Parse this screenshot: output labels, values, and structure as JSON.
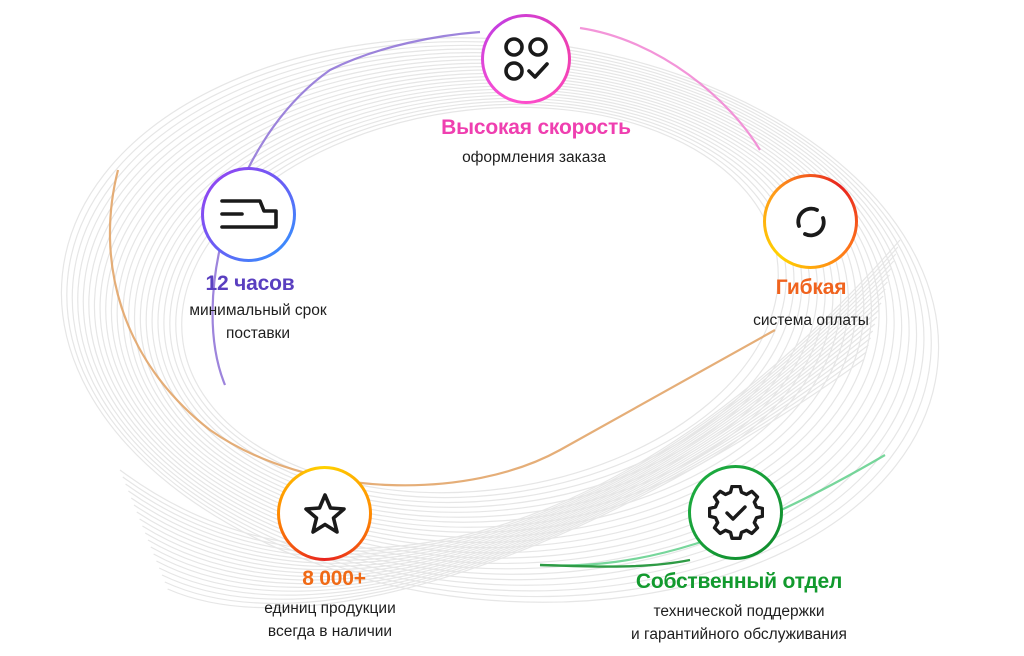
{
  "features": {
    "speed": {
      "title": "Высокая скорость",
      "subtitle": "оформления заказа",
      "title_color": "#ef3fb0",
      "icon": "shapes-check-icon",
      "ring_gradient": [
        "#ff4fd0",
        "#c53ee0",
        "#ef3fb0"
      ]
    },
    "delivery": {
      "title": "12 часов",
      "subtitle_line1": "минимальный срок",
      "subtitle_line2": "поставки",
      "title_color": "#6a3fc8",
      "icon": "fast-delivery-icon",
      "ring_gradient": [
        "#9b3ff0",
        "#2a7bff"
      ]
    },
    "payment": {
      "title": "Гибкая",
      "subtitle": "система оплаты",
      "title_color": "#f0631e",
      "icon": "exchange-arrows-icon",
      "ring_gradient": [
        "#ffd200",
        "#ff7a1a",
        "#e8231f"
      ]
    },
    "stock": {
      "title": "8 000+",
      "subtitle_line1": "единиц продукции",
      "subtitle_line2": "всегда в наличии",
      "title_color": "#f06a16",
      "icon": "star-icon",
      "ring_gradient": [
        "#e8231f",
        "#ff8a00",
        "#ffd200"
      ]
    },
    "support": {
      "title": "Собственный отдел",
      "subtitle_line1": "технической поддержки",
      "subtitle_line2": "и гарантийного обслуживания",
      "title_color": "#129a2e",
      "icon": "gear-check-icon",
      "ring_gradient": [
        "#1aa83a",
        "#0f8a2c"
      ]
    }
  }
}
